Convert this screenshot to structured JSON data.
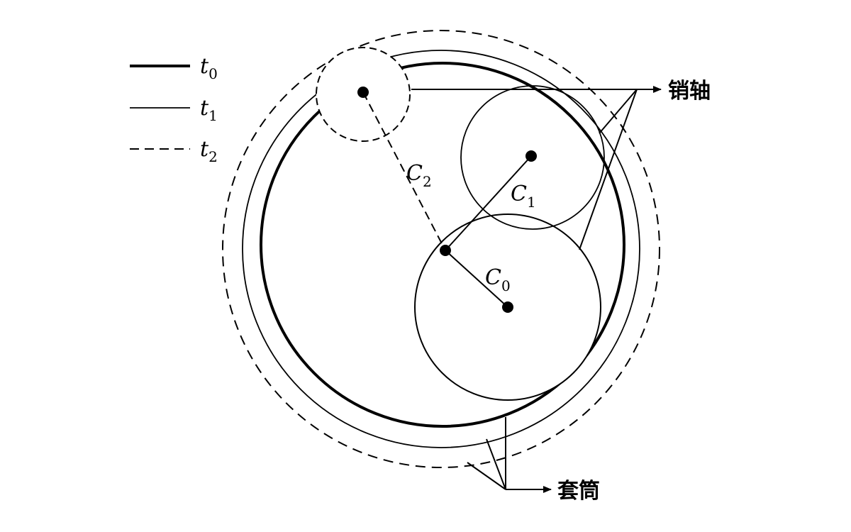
{
  "legend": [
    {
      "symbol": "t",
      "subscript": "0",
      "line_style": "thick-solid"
    },
    {
      "symbol": "t",
      "subscript": "1",
      "line_style": "thin-solid"
    },
    {
      "symbol": "t",
      "subscript": "2",
      "line_style": "dashed"
    }
  ],
  "labels": {
    "pin": "销轴",
    "sleeve": "套筒",
    "c2": {
      "symbol": "C",
      "subscript": "2"
    },
    "c1": {
      "symbol": "C",
      "subscript": "1"
    },
    "c0": {
      "symbol": "C",
      "subscript": "0"
    }
  },
  "colors": {
    "ink": "#000000",
    "background": "#ffffff"
  }
}
